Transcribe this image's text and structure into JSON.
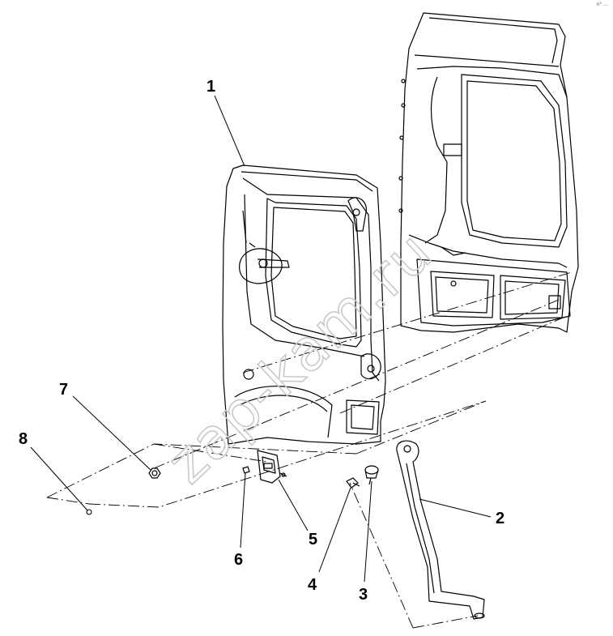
{
  "watermark": "zap-kam.ru",
  "corner_mark": "n° ...",
  "callouts": [
    {
      "id": "1",
      "part": "door-trim-panel"
    },
    {
      "id": "2",
      "part": "handle-bar"
    },
    {
      "id": "3",
      "part": "plug"
    },
    {
      "id": "4",
      "part": "screw"
    },
    {
      "id": "5",
      "part": "handle-bracket"
    },
    {
      "id": "6",
      "part": "screw-small"
    },
    {
      "id": "7",
      "part": "nut"
    },
    {
      "id": "8",
      "part": "washer"
    }
  ]
}
